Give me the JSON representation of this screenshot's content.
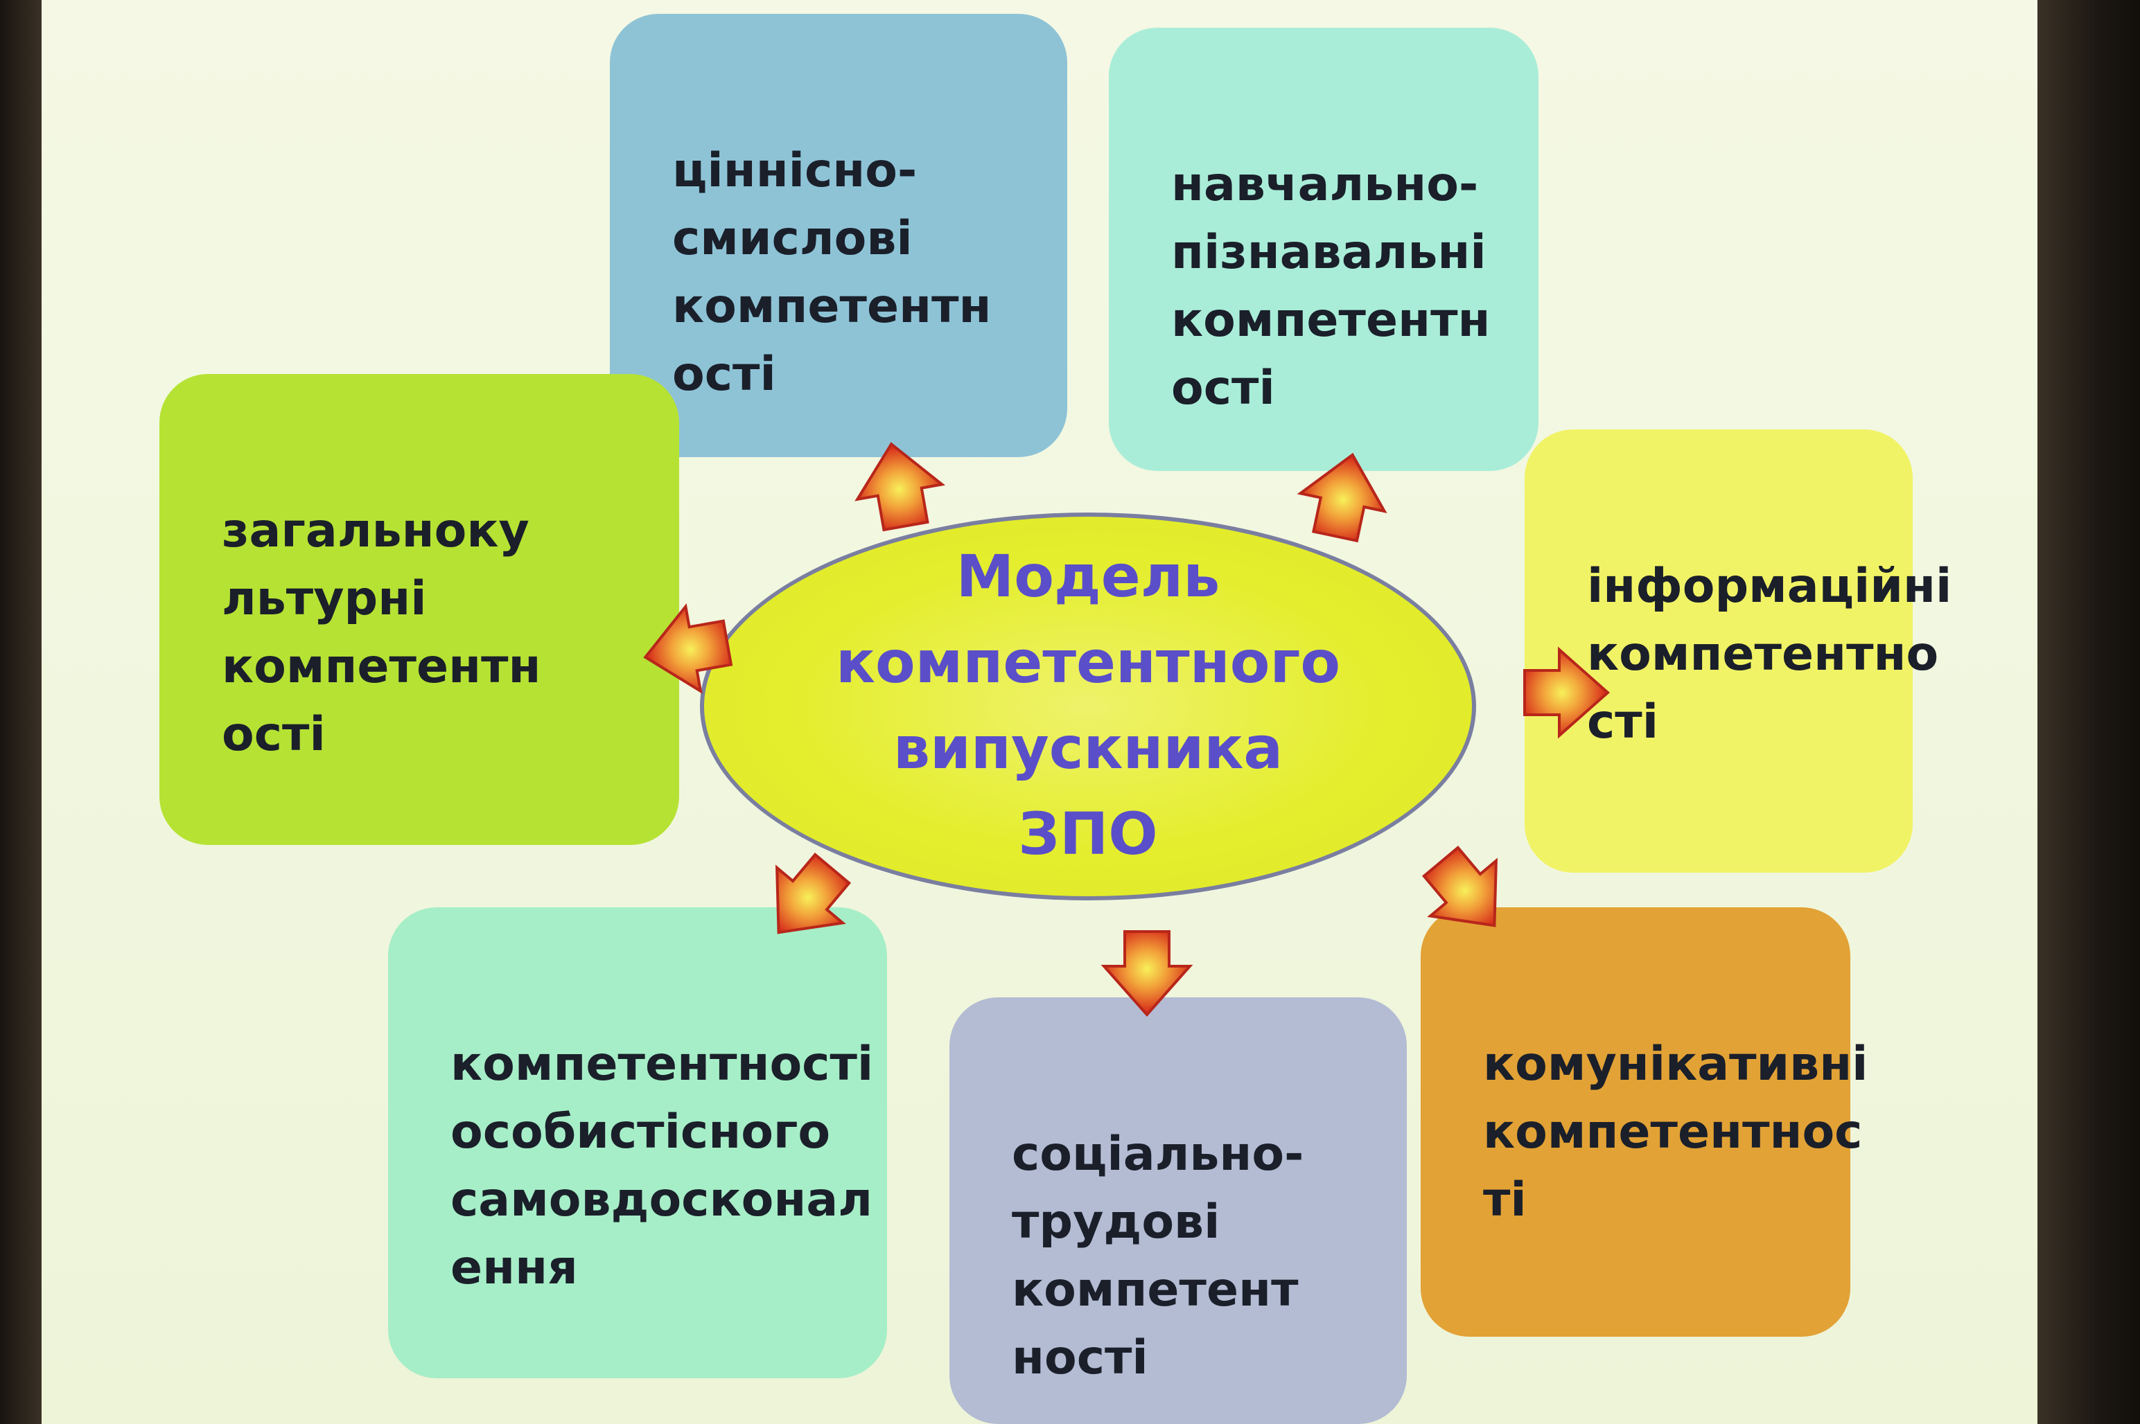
{
  "center": {
    "title": "Модель\nкомпетентного\nвипускника\nЗПО"
  },
  "boxes": {
    "values": "ціннісно-\nсмислові\nкомпетентн\nості",
    "learning": "навчально-\nпізнавальні\nкомпетентн\nості",
    "culture": "загальноку\nльтурні\nкомпетентн\nості",
    "info": "інформаційні\nкомпетентно\nсті",
    "personal": "компетентності\nособистісного\nсамовдосконал\nення",
    "social": "соціально-\nтрудові\nкомпетент\nності",
    "comm": "комунікативні\nкомпетентнос\nті"
  },
  "colors": {
    "arrow_fill": "#d8341c",
    "arrow_glow": "#f6e94a",
    "title_text": "#5a4fc9"
  }
}
